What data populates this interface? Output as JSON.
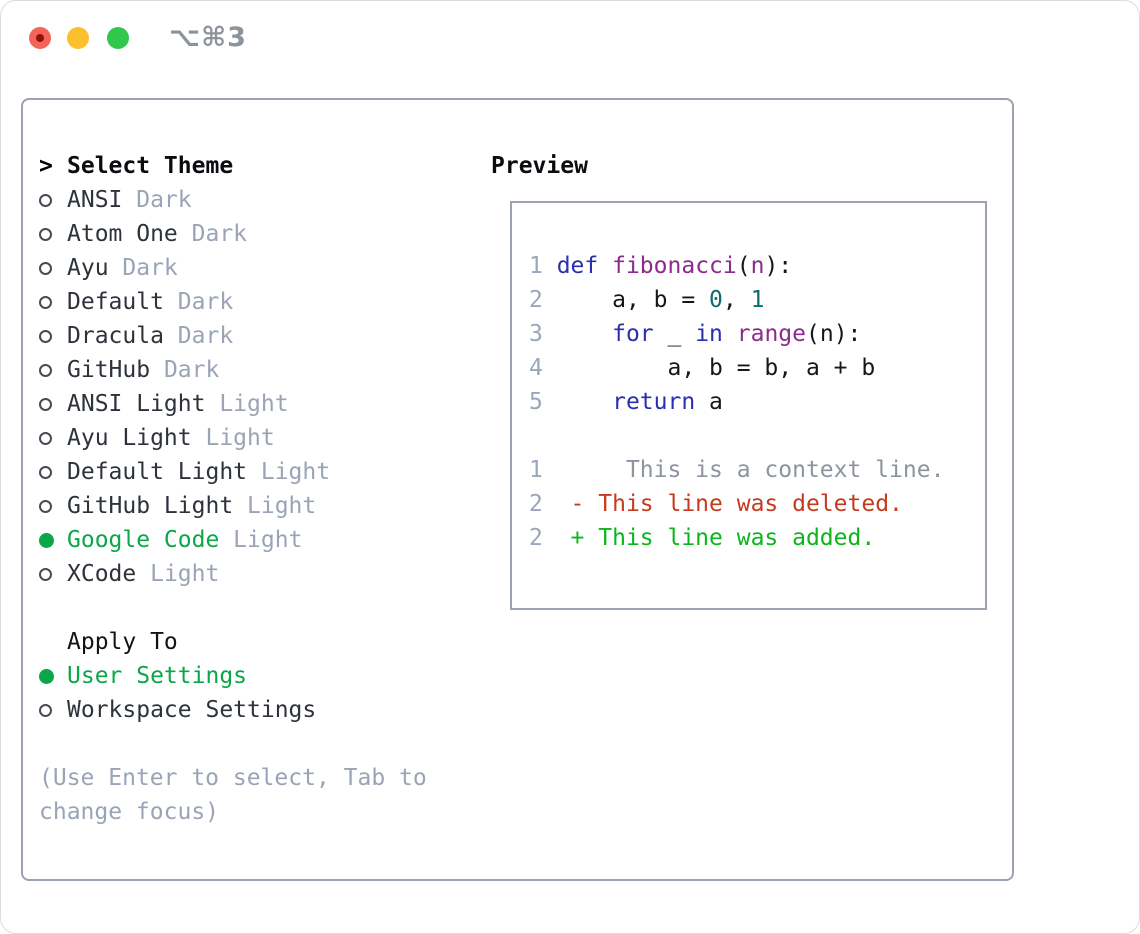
{
  "window": {
    "shortcut_label": "⌥⌘3",
    "traffic_lights": [
      "close",
      "minimize",
      "zoom"
    ]
  },
  "theme_panel": {
    "cursor": ">",
    "title": "Select Theme",
    "themes": [
      {
        "name": "ANSI",
        "variant": "Dark",
        "selected": false
      },
      {
        "name": "Atom One",
        "variant": "Dark",
        "selected": false
      },
      {
        "name": "Ayu",
        "variant": "Dark",
        "selected": false
      },
      {
        "name": "Default",
        "variant": "Dark",
        "selected": false
      },
      {
        "name": "Dracula",
        "variant": "Dark",
        "selected": false
      },
      {
        "name": "GitHub",
        "variant": "Dark",
        "selected": false
      },
      {
        "name": "ANSI Light",
        "variant": "Light",
        "selected": false
      },
      {
        "name": "Ayu Light",
        "variant": "Light",
        "selected": false
      },
      {
        "name": "Default Light",
        "variant": "Light",
        "selected": false
      },
      {
        "name": "GitHub Light",
        "variant": "Light",
        "selected": false
      },
      {
        "name": "Google Code",
        "variant": "Light",
        "selected": true
      },
      {
        "name": "XCode",
        "variant": "Light",
        "selected": false
      }
    ],
    "apply_to": {
      "title": "Apply To",
      "options": [
        {
          "name": "User Settings",
          "selected": true
        },
        {
          "name": "Workspace Settings",
          "selected": false
        }
      ]
    },
    "hint": "(Use Enter to select, Tab to change focus)"
  },
  "preview": {
    "title": "Preview",
    "code_lines": [
      [
        [
          "g",
          "1 "
        ],
        [
          "k",
          "def"
        ],
        [
          "p",
          " "
        ],
        [
          "f",
          "fibonacci"
        ],
        [
          "p",
          "("
        ],
        [
          "f",
          "n"
        ],
        [
          "p",
          "):"
        ]
      ],
      [
        [
          "g",
          "2 "
        ],
        [
          "p",
          "    a, b = "
        ],
        [
          "n",
          "0"
        ],
        [
          "p",
          ", "
        ],
        [
          "n",
          "1"
        ]
      ],
      [
        [
          "g",
          "3 "
        ],
        [
          "p",
          "    "
        ],
        [
          "k",
          "for"
        ],
        [
          "p",
          " _ "
        ],
        [
          "k",
          "in"
        ],
        [
          "p",
          " "
        ],
        [
          "f",
          "range"
        ],
        [
          "p",
          "(n):"
        ]
      ],
      [
        [
          "g",
          "4 "
        ],
        [
          "p",
          "        a, b = b, a + b"
        ]
      ],
      [
        [
          "g",
          "5 "
        ],
        [
          "p",
          "    "
        ],
        [
          "k",
          "return"
        ],
        [
          "p",
          " a"
        ]
      ],
      [],
      [
        [
          "g",
          "1 "
        ],
        [
          "ctx",
          "     This is a context line."
        ]
      ],
      [
        [
          "g",
          "2 "
        ],
        [
          "del",
          " - This line was deleted."
        ]
      ],
      [
        [
          "g",
          "2 "
        ],
        [
          "add",
          " + This line was added."
        ]
      ]
    ]
  },
  "colors": {
    "green": "#0ca64a",
    "keyword": "#2a2fb0",
    "func": "#8c2b8c",
    "numlit": "#0c6f6f",
    "codeplain": "#15171b",
    "gutter": "#9aa6bb",
    "ctx": "#8d949f",
    "del": "#c63a1e",
    "add": "#0cb51c",
    "muted": "#9aa4b6",
    "itemtext": "#2e333b",
    "border": "#9ba3af",
    "redbtn": "#f4635b",
    "reddot": "#8c1408",
    "yellowbtn": "#fcc02f",
    "greenbtn": "#30c74a",
    "shortcutc": "#8d939b"
  }
}
